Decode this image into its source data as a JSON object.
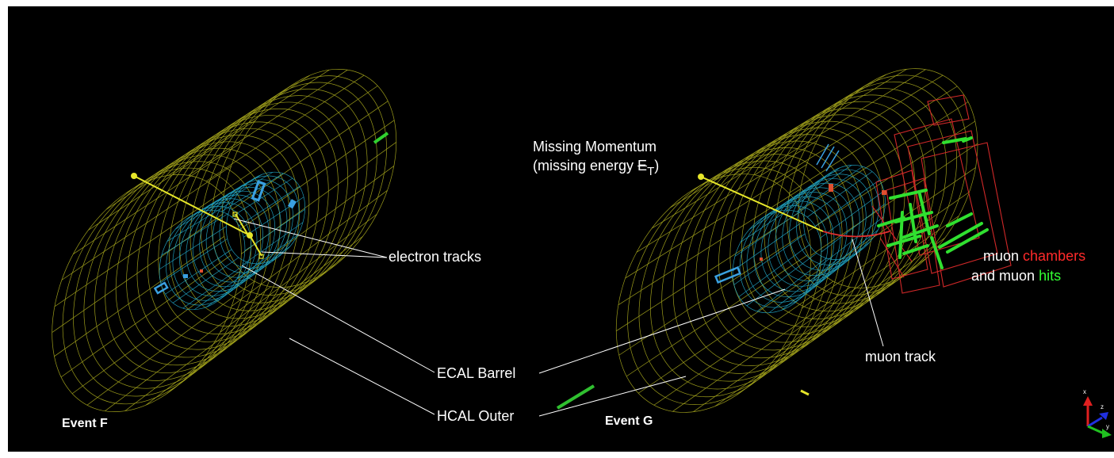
{
  "labels": {
    "missing_momentum_line1": "Missing Momentum",
    "missing_momentum_line2_prefix": "(missing energy ",
    "missing_momentum_symbol": "E",
    "missing_momentum_subscript": "T",
    "missing_momentum_line2_suffix": ")",
    "electron_tracks": "electron tracks",
    "muon_word_1": "muon",
    "chambers_word": "chambers",
    "and_muon_words": "and  muon",
    "hits_word": "hits",
    "muon_track": "muon track",
    "ecal_barrel": "ECAL Barrel",
    "hcal_outer": "HCAL Outer",
    "event_f": "Event F",
    "event_g": "Event G"
  },
  "axes_gizmo": {
    "x": "x",
    "y": "y",
    "z": "z"
  },
  "colors": {
    "background": "#000000",
    "hcal_wireframe": "#b8b820",
    "ecal_barrel": "#22a8c8",
    "electron_track": "#e6e62a",
    "muon_track": "#e03030",
    "muon_chambers": "#d02828",
    "muon_hits": "#30e030",
    "annotation_lines": "#ffffff"
  }
}
